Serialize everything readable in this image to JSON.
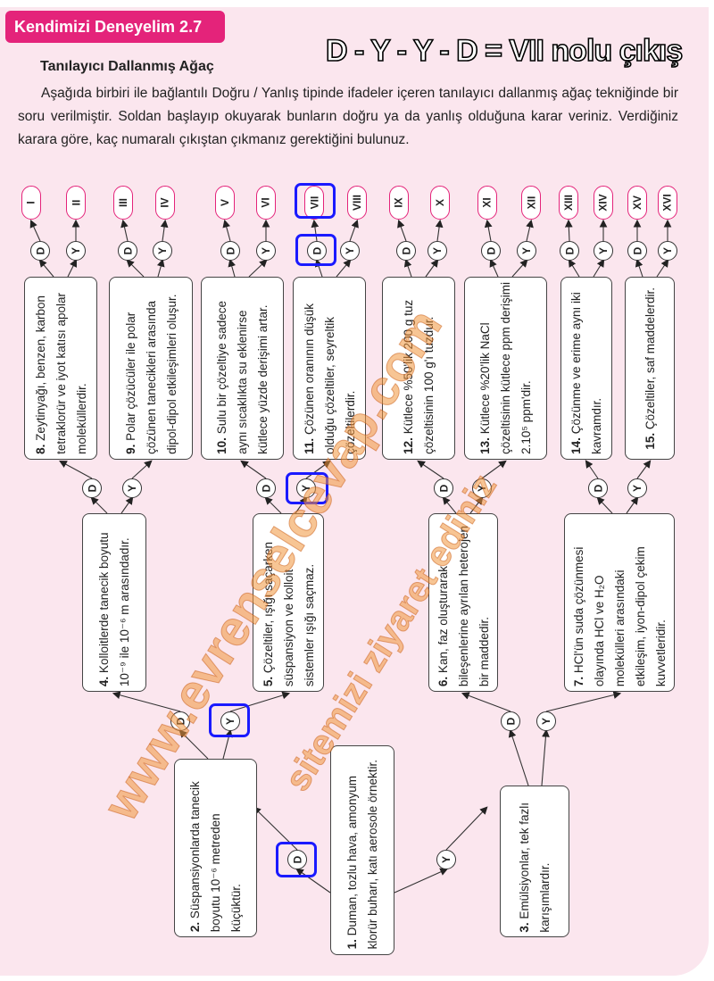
{
  "header": {
    "tag": "Kendimizi Deneyelim 2.7",
    "answer": "D - Y - Y - D = VII nolu çıkış"
  },
  "subtitle": "Tanılayıcı Dallanmış Ağaç",
  "instructions": "Aşağıda birbiri ile bağlantılı Doğru / Yanlış tipinde ifadeler içeren tanılayıcı dallanmış ağaç tekniğinde bir soru verilmiştir. Soldan başlayıp okuyarak bunların doğru ya da yanlış olduğuna karar veriniz. Verdiğiniz karara göre, kaç numaralı çıkıştan çıkmanız gerektiğini bulunuz.",
  "exits": [
    "I",
    "II",
    "III",
    "IV",
    "V",
    "VI",
    "VII",
    "VIII",
    "IX",
    "X",
    "XI",
    "XII",
    "XIII",
    "XIV",
    "XV",
    "XVI"
  ],
  "true_label": "D",
  "false_label": "Y",
  "statements": [
    {
      "num": "1.",
      "text": "Duman, tozlu hava, amonyum klorür buharı, katı aerosole örnektir."
    },
    {
      "num": "2.",
      "text": "Süspansiyonlarda tanecik boyutu 10⁻⁶ metreden küçüktür."
    },
    {
      "num": "3.",
      "text": "Emülsiyonlar, tek fazlı karışımlardır."
    },
    {
      "num": "4.",
      "text": "Kolloitlerde tanecik boyutu 10⁻⁹ ile 10⁻⁶ m arasındadır."
    },
    {
      "num": "5.",
      "text": "Çözeltiler, ışığı saçarken süspansiyon ve kolloit sistemler ışığı saçmaz."
    },
    {
      "num": "6.",
      "text": "Kan, faz oluşturarak bileşenlerine ayrılan heterojen bir maddedir."
    },
    {
      "num": "7.",
      "text": "HCl'ün suda çözünmesi olayında HCl ve H₂O molekülleri arasındaki etkileşim, iyon-dipol çekim kuvvetleridir."
    },
    {
      "num": "8.",
      "text": "Zeytinyağı, benzen, karbon tetraklorür ve iyot katısı apolar moleküllerdir."
    },
    {
      "num": "9.",
      "text": "Polar çözücüler ile polar çözünen tanecikleri arasında dipol-dipol etkileşimleri oluşur."
    },
    {
      "num": "10.",
      "text": "Sulu bir çözeltiye sadece aynı sıcaklıkta su eklenirse kütlece yüzde derişimi artar."
    },
    {
      "num": "11.",
      "text": "Çözünen oranının düşük olduğu çözeltiler, seyreltik çözeltilerdir."
    },
    {
      "num": "12.",
      "text": "Kütlece %50'lik 200 g tuz çözeltisinin 100 g'ı tuzdur."
    },
    {
      "num": "13.",
      "text": "Kütlece %20'lik NaCl çözeltisinin kütlece ppm derişimi 2.10⁵ ppm'dir."
    },
    {
      "num": "14.",
      "text": "Çözünme ve erime aynı iki kavramdır."
    },
    {
      "num": "15.",
      "text": "Çözeltiler, saf maddelerdir."
    }
  ],
  "watermark": {
    "site": "www.evrenselcevap.com",
    "note": "sitemizi ziyaret ediniz"
  },
  "colors": {
    "accent": "#e4237a",
    "highlight": "#1a1aff",
    "background": "#fbe6ee"
  }
}
